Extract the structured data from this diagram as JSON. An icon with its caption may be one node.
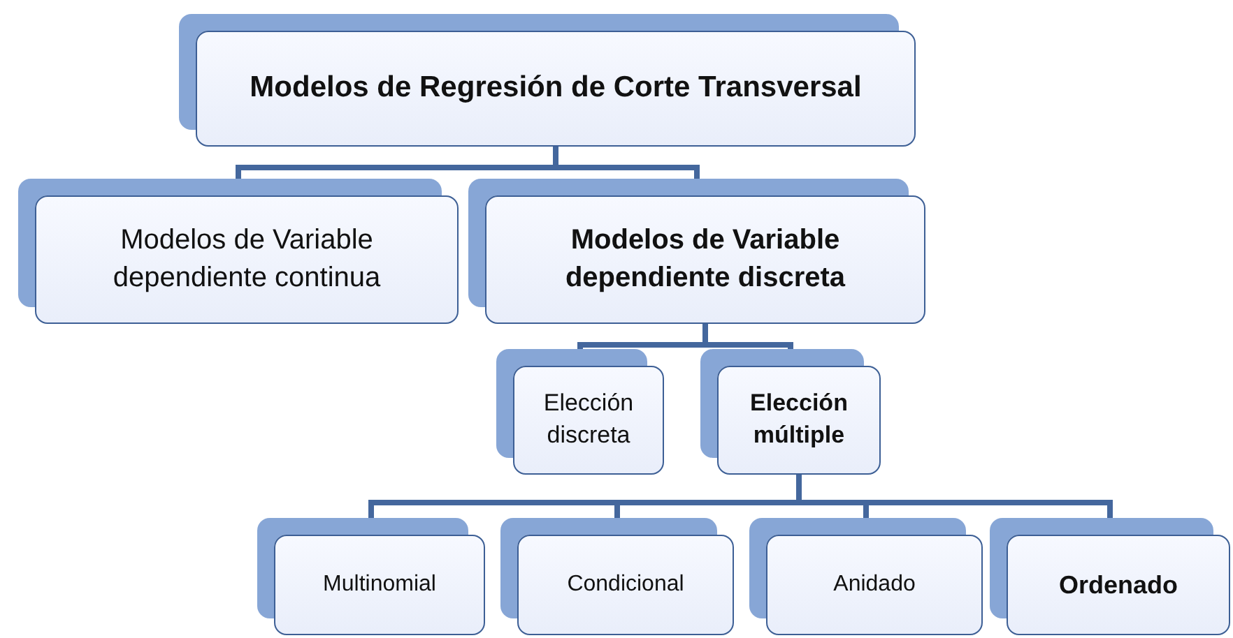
{
  "diagram": {
    "nodes": [
      {
        "text": [
          "Modelos de Regresión de Corte Transversal"
        ]
      },
      {
        "text": [
          "Modelos de Variable dependiente continua"
        ]
      },
      {
        "text": [
          "Modelos de Variable dependiente discreta"
        ]
      },
      {
        "text": [
          "Elección discreta"
        ]
      },
      {
        "text": [
          "Elección múltiple"
        ]
      },
      {
        "text": [
          "Multinomial"
        ]
      },
      {
        "text": [
          "Condicional"
        ]
      },
      {
        "text": [
          "Anidado"
        ]
      },
      {
        "text": [
          "Ordenado"
        ]
      }
    ],
    "edges": [
      {
        "from": 0,
        "to": 1,
        "arrow": "none"
      },
      {
        "from": 0,
        "to": 2,
        "arrow": "none"
      },
      {
        "from": 2,
        "to": 3,
        "arrow": "none"
      },
      {
        "from": 2,
        "to": 4,
        "arrow": "none"
      },
      {
        "from": 4,
        "to": 5,
        "arrow": "none"
      },
      {
        "from": 4,
        "to": 6,
        "arrow": "none"
      },
      {
        "from": 4,
        "to": 7,
        "arrow": "none"
      },
      {
        "from": 4,
        "to": 8,
        "arrow": "none"
      }
    ]
  }
}
